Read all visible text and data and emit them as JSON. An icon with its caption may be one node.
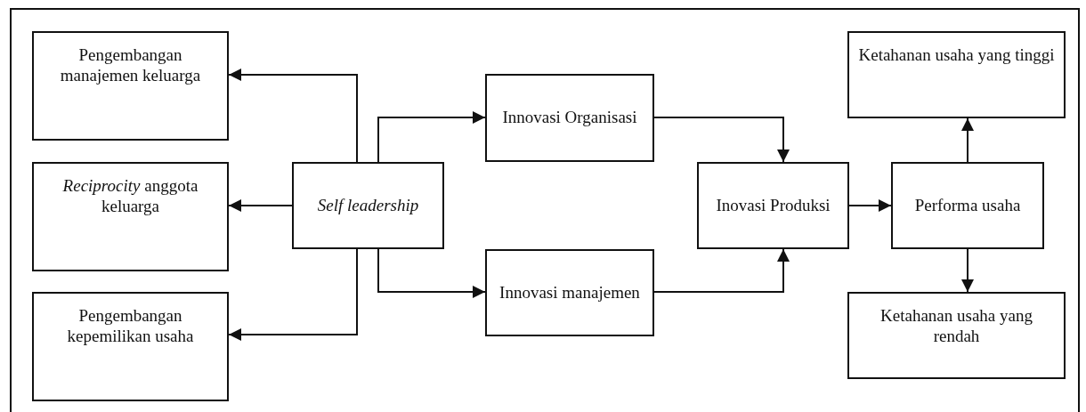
{
  "diagram": {
    "nodes": [
      {
        "text": [
          "Pengembangan manajemen keluarga"
        ]
      },
      {
        "text": [
          "*Reciprocity* anggota keluarga"
        ]
      },
      {
        "text": [
          "Pengembangan kepemilikan usaha"
        ]
      },
      {
        "text": [
          "Self leadership"
        ]
      },
      {
        "text": [
          "Innovasi Organisasi"
        ]
      },
      {
        "text": [
          "Innovasi manajemen"
        ]
      },
      {
        "text": [
          "Inovasi Produksi"
        ]
      },
      {
        "text": [
          "Performa usaha"
        ]
      },
      {
        "text": [
          "Ketahanan usaha yang tinggi"
        ]
      },
      {
        "text": [
          "Ketahanan usaha yang rendah"
        ]
      }
    ],
    "edges": [
      {
        "from": 3,
        "to": 0,
        "arrow": "to"
      },
      {
        "from": 3,
        "to": 1,
        "arrow": "to"
      },
      {
        "from": 3,
        "to": 2,
        "arrow": "to"
      },
      {
        "from": 3,
        "to": 4,
        "arrow": "to"
      },
      {
        "from": 3,
        "to": 5,
        "arrow": "to"
      },
      {
        "from": 4,
        "to": 6,
        "arrow": "to"
      },
      {
        "from": 5,
        "to": 6,
        "arrow": "to"
      },
      {
        "from": 6,
        "to": 7,
        "arrow": "to"
      },
      {
        "from": 7,
        "to": 8,
        "arrow": "to"
      },
      {
        "from": 7,
        "to": 9,
        "arrow": "to"
      }
    ]
  }
}
